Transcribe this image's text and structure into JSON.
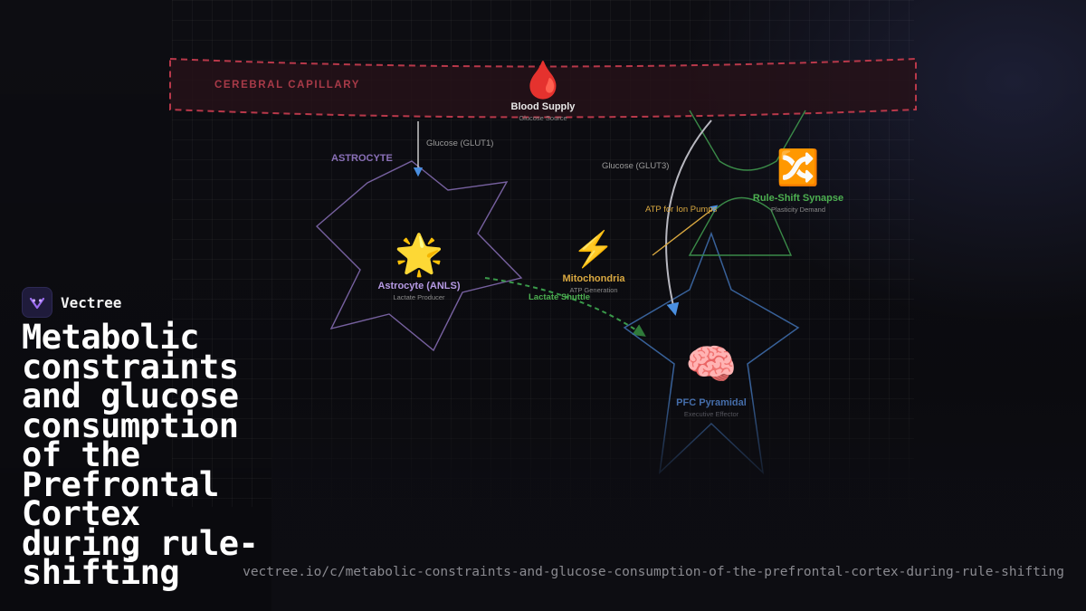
{
  "brand": {
    "name": "Vectree"
  },
  "title": "Metabolic constraints and glucose consumption of the Prefrontal Cortex during rule-shifting",
  "url": "vectree.io/c/metabolic-constraints-and-glucose-consumption-of-the-prefrontal-cortex-during-rule-shifting",
  "diagram": {
    "capillary_label": "CEREBRAL CAPILLARY",
    "astrocyte_region_label": "ASTROCYTE",
    "nodes": {
      "blood_supply": {
        "icon": "🩸",
        "icon_name": "blood-drop-icon",
        "title": "Blood Supply",
        "subtitle": "Glucose Source"
      },
      "astrocyte": {
        "icon": "🌟",
        "icon_name": "star-icon",
        "title": "Astrocyte (ANLS)",
        "subtitle": "Lactate Producer"
      },
      "mitochondria": {
        "icon": "⚡",
        "icon_name": "lightning-icon",
        "title": "Mitochondria",
        "subtitle": "ATP Generation"
      },
      "rule_shift": {
        "icon": "🔀",
        "icon_name": "shuffle-icon",
        "title": "Rule-Shift Synapse",
        "subtitle": "Plasticity Demand"
      },
      "pfc_pyramidal": {
        "icon": "🧠",
        "icon_name": "brain-icon",
        "title": "PFC Pyramidal",
        "subtitle": "Executive Effector"
      }
    },
    "edges": {
      "glut1": "Glucose (GLUT1)",
      "glut3": "Glucose (GLUT3)",
      "atp_pumps": "ATP for Ion Pumps",
      "lactate": "Lactate Shuttle"
    }
  },
  "colors": {
    "background": "#0d0d12",
    "capillary": "#b8384a",
    "astrocyte": "#9a7fc9",
    "mitochondria": "#e0b040",
    "synapse": "#4caf50",
    "pyramidal": "#3d6aa8",
    "arrow_blue": "#4a8fe0",
    "lactate": "#3a9a4a"
  }
}
